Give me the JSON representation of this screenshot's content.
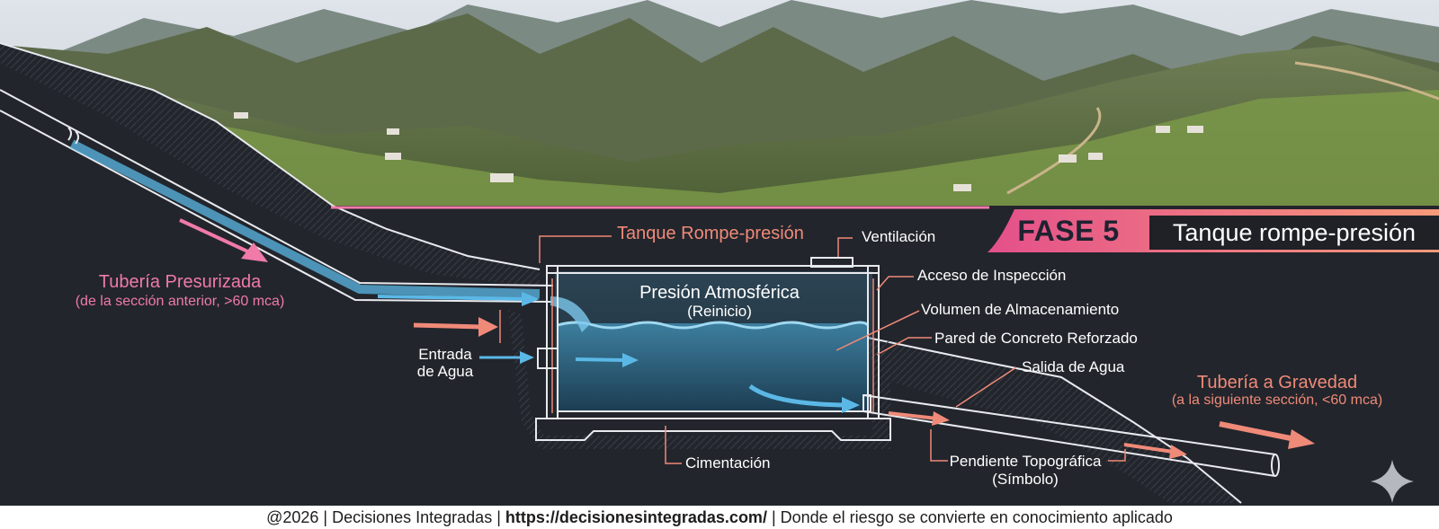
{
  "phase": {
    "label": "FASE 5",
    "title": "Tanque rompe-presión"
  },
  "labels": {
    "pressurized_pipe_title": "Tubería Presurizada",
    "pressurized_pipe_sub": "(de la sección anterior, >60 mca)",
    "tank_title": "Tanque Rompe-presión",
    "ventilation": "Ventilación",
    "inspection_access": "Acceso de Inspección",
    "atmospheric_pressure": "Presión Atmosférica",
    "reset": "(Reinicio)",
    "storage_volume": "Volumen de Almacenamiento",
    "reinforced_wall": "Pared de Concreto Reforzado",
    "water_outlet": "Salida de Agua",
    "water_inlet_1": "Entrada",
    "water_inlet_2": "de Agua",
    "gravity_pipe_title": "Tubería a Gravedad",
    "gravity_pipe_sub": "(a la siguiente sección, <60 mca)",
    "foundation": "Cimentación",
    "slope_1": "Pendiente Topográfica",
    "slope_2": "(Símbolo)"
  },
  "footer": {
    "prefix": "@2026 | Decisiones Integradas | ",
    "url": "https://decisionesintegradas.com/",
    "suffix": " | Donde el riesgo se convierte en conocimiento aplicado"
  },
  "colors": {
    "background": "#22252c",
    "pink_accent": "#f07aa8",
    "coral_accent": "#f08a78",
    "water": "#5bb8e6",
    "line": "#d9dce3"
  },
  "icons": {
    "corner": "sparkle-icon"
  }
}
